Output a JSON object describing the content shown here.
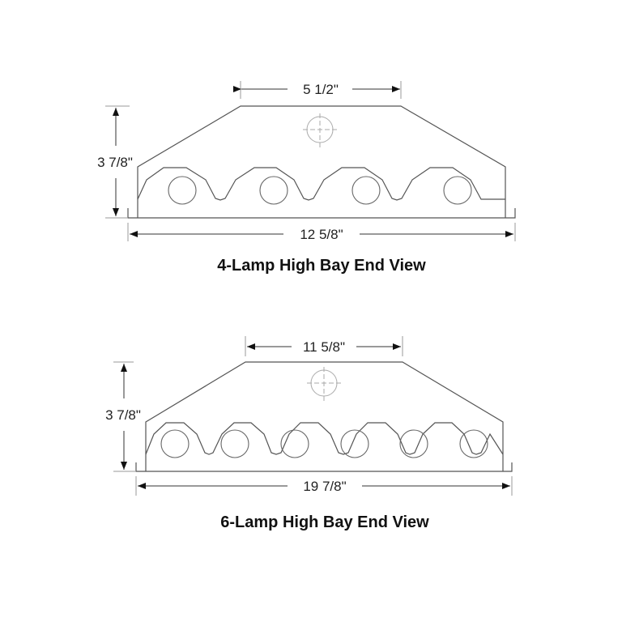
{
  "diagrams": [
    {
      "title": "4-Lamp High Bay End View",
      "lamp_count": 4,
      "top_width_label": "5 1/2\"",
      "height_label": "3 7/8\"",
      "overall_width_label": "12 5/8\""
    },
    {
      "title": "6-Lamp High Bay End View",
      "lamp_count": 6,
      "top_width_label": "11 5/8\"",
      "height_label": "3 7/8\"",
      "overall_width_label": "19 7/8\""
    }
  ],
  "colors": {
    "line": "#555555",
    "hole": "#aaaaaa",
    "text": "#222222"
  }
}
